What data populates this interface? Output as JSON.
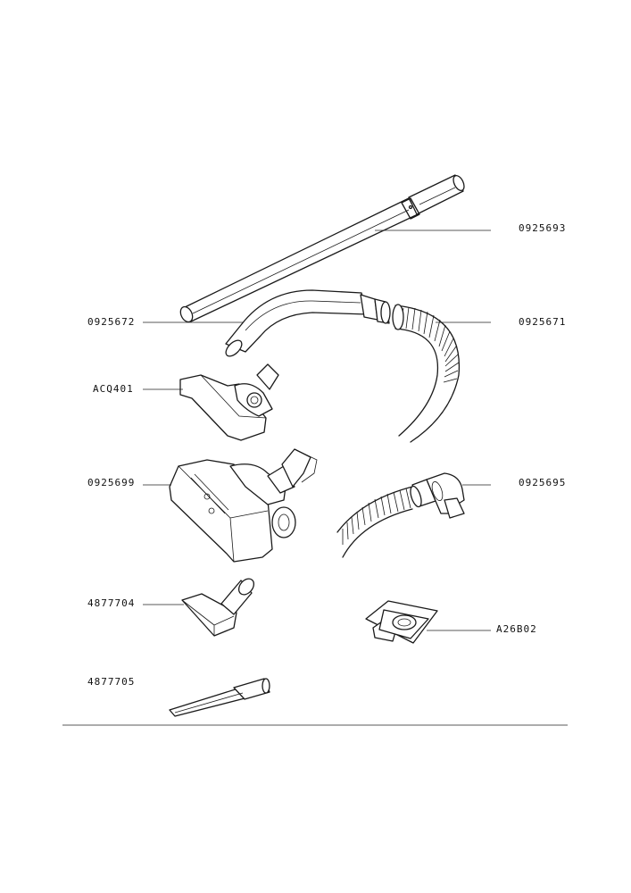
{
  "parts": [
    {
      "id": "tube",
      "ref": "0925693"
    },
    {
      "id": "handle",
      "ref": "0925672"
    },
    {
      "id": "hose",
      "ref": "0925671"
    },
    {
      "id": "floor-brush-small",
      "ref": "ACQ401"
    },
    {
      "id": "floor-brush-large",
      "ref": "0925699"
    },
    {
      "id": "hose-elbow",
      "ref": "0925695"
    },
    {
      "id": "upholstery-nozzle",
      "ref": "4877704"
    },
    {
      "id": "dust-bag",
      "ref": "A26B02"
    },
    {
      "id": "crevice-tool",
      "ref": "4877705"
    }
  ]
}
